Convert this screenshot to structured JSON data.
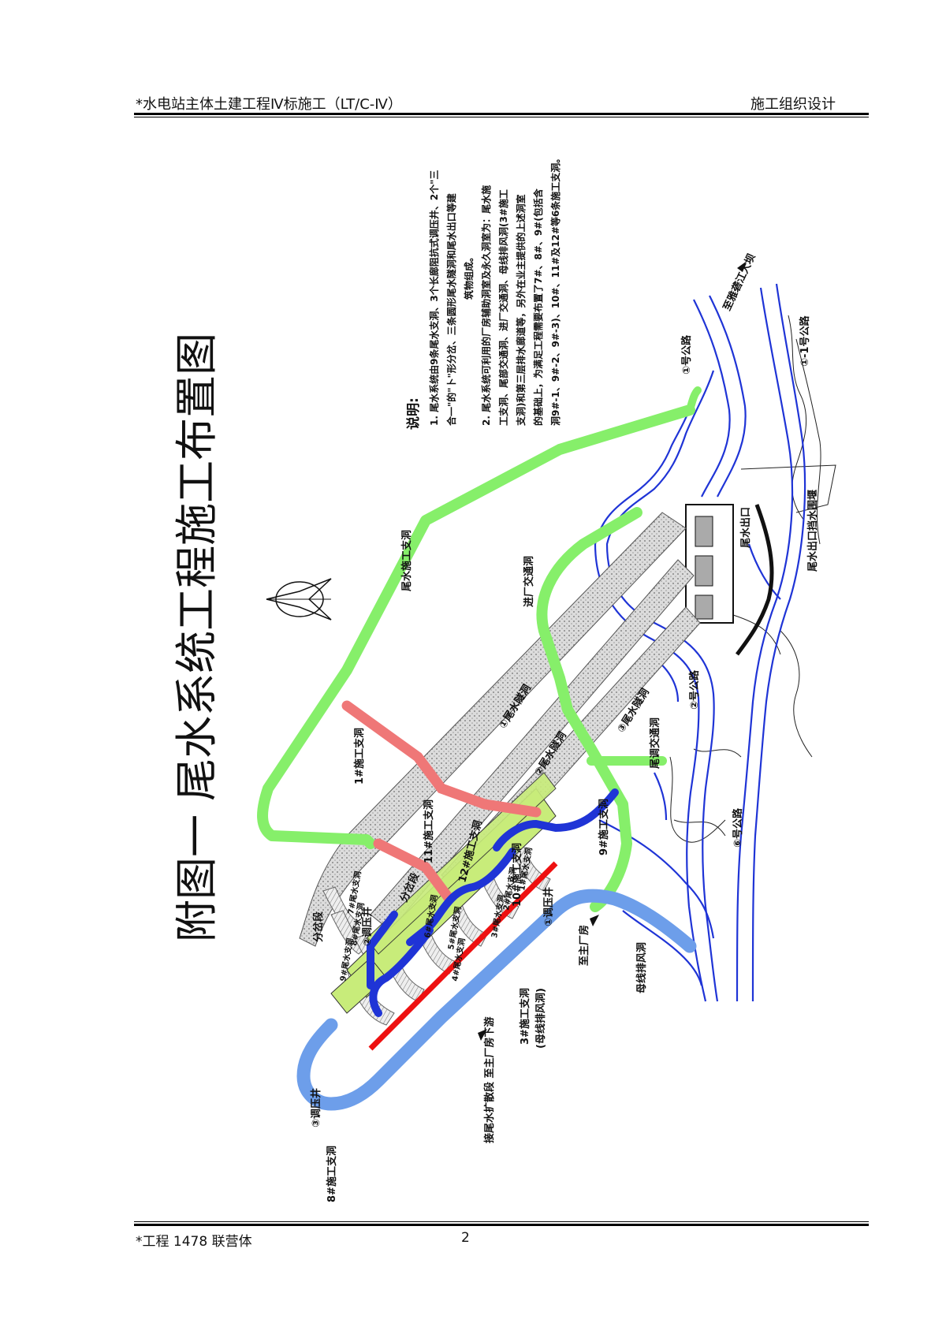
{
  "header": {
    "left": "*水电站主体土建工程Ⅳ标施工（LT/C-Ⅳ）",
    "right": "施工组织设计"
  },
  "footer": {
    "left": "*工程 1478 联营体",
    "page": "2"
  },
  "title": "附图一   尾水系统工程施工布置图",
  "notes": {
    "heading": "说明:",
    "lines": [
      "1. 尾水系统由9条尾水支洞、3个长廊阻抗式调压井、2个\"三",
      "合一\"的\"卜\"形分岔、三条圆形尾水隧洞和尾水出口等建",
      "筑物组成。",
      "2. 尾水系统可利用的厂房辅助洞室及永久洞室为：尾水施",
      "工支洞、尾部交通洞、进厂交通洞、母线排风洞(3#施工",
      "支洞)和第三层排水廊道等，另外在业主提供的上述洞室",
      "的基础上，为满足工程需要布置了7#、8#、9#(包括含",
      "洞9#-1、9#-2、9#-3)、10#、11#及12#等6条施工支洞。"
    ]
  },
  "labels": {
    "tailrace_access": "尾水施工支洞",
    "plant_access": "进厂交通洞",
    "tunnel_1": "①尾水隧洞",
    "tunnel_2": "②尾水隧洞",
    "tunnel_3": "③尾水隧洞",
    "tail_traffic": "尾调交通洞",
    "road_1": "①号公路",
    "road_minus1": "①-1号公路",
    "road_2": "②号公路",
    "road_6": "⑥号公路",
    "outlet": "尾水出口",
    "cofferdam": "尾水出口挡水围堰",
    "to_dam": "至雅砻江大坝",
    "adit_1": "1#施工支洞",
    "adit_11": "11#施工支洞",
    "adit_12": "12#施工支洞",
    "adit_9": "9#施工支洞",
    "adit_10": "10#施工支洞",
    "adit_3": "3#施工支洞",
    "adit_3_sub": "(母线排风洞)",
    "adit_8": "8#施工支洞",
    "busbar": "母线排风洞",
    "surge_1": "①调压井",
    "surge_2": "②调压井",
    "surge_3": "③调压井",
    "fork": "分岔段",
    "to_plant": "至主厂房",
    "to_plant_lower": "接尾水扩散段 至主厂房下游",
    "branch_1": "1#尾水支洞",
    "branch_2": "2#尾水支洞",
    "branch_3": "3#尾水支洞",
    "branch_4": "4#尾水支洞",
    "branch_5": "5#尾水支洞",
    "branch_6": "6#尾水支洞",
    "branch_7": "7#尾水支洞",
    "branch_8": "8#尾水支洞",
    "branch_9": "9#尾水支洞"
  },
  "colors": {
    "green_adit": "#86ef6a",
    "red_adit": "#ef7777",
    "blue_adit": "#1f34d6",
    "light_blue_adit": "#6d9eea",
    "surge_fill": "#c8ec7a",
    "river": "#1f34d6",
    "tunnel_fill": "#d0d0d0",
    "gallery_red": "#ee1111"
  }
}
